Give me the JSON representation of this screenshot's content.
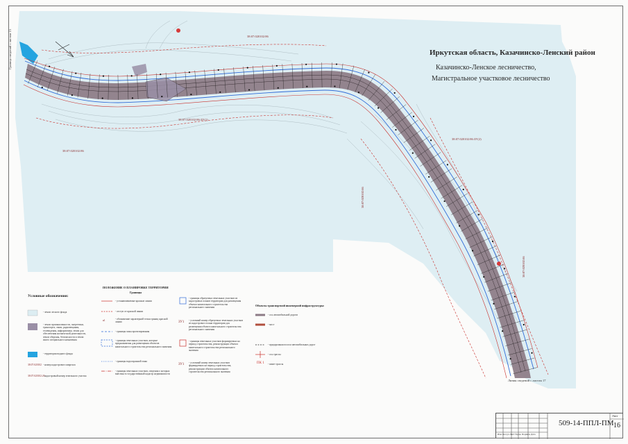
{
  "title": {
    "region": "Иркутская область, Казачинско-Ленский район",
    "forestry": "Казачинско-Ленское лесничество,",
    "district": "Магистральное участковое лесничество"
  },
  "cadastral_labels": {
    "top": "38:07:020102:86",
    "left_vertical": "Граница сведений с листом 15",
    "middle": "38:07:020102:86:ЗУ(1)",
    "left": "38:07:020102:86",
    "right_upper": "38:07:020102:86:ЗУ(2)",
    "center": "38:07:020102:86",
    "right_lower": "38:07:020102:86",
    "bottom_right": "Линия сведений с листом 17"
  },
  "legend_left": {
    "heading": "Условные обозначения:",
    "items": [
      {
        "label": "- земли лесного фонда"
      },
      {
        "label": "- земли промышленности, энергетики, транспорта, связи, радиовещания, телевидения, информатики, земли для обеспечения космической деятельности, земли обороны, безопасности и земли иного специального назначения"
      },
      {
        "label": "- территория водного фонда"
      },
      {
        "label": "- номер кадастрового квартала",
        "code": "38:07:020102"
      },
      {
        "label": "- кадастровый номер земельного участка",
        "code": "38:07:020102:23"
      }
    ]
  },
  "legend_mid": {
    "heading": "ПОЛОЖЕНИЕ О ПЛАНИРОВКЕ ТЕРРИТОРИИ",
    "subheading": "Границы",
    "items": [
      {
        "label": "- устанавливаемые красные линии"
      },
      {
        "label": "- отступ от красной линии"
      },
      {
        "label": "- обозначение характерной точки границ красной линии",
        "code": "н1"
      },
      {
        "label": "- границы зоны проектирования"
      },
      {
        "label": "- границы земельных участков, которые предназначены для размещения объектов капитального строительства регионального значения"
      },
      {
        "label": "- границы водоохранной зоны"
      },
      {
        "label": "- границы земельных участков, сведения о которых внесены в государственный кадастр недвижимости"
      }
    ]
  },
  "legend_mid2": {
    "items": [
      {
        "label": "- границы образуемых земельных участков из кадастровых планов территории для размещения объекта капитального строительства регионального значения"
      },
      {
        "label": "- условный номер образуемых земельных участков из кадастрового плана территории для размещения объекта капитального строительства регионального значения",
        "code": "ЗУ1"
      },
      {
        "label": "- границы земельных участков формируемых на период строительства, реконструкции объекта капитального строительства регионального значения"
      },
      {
        "label": "- условный номер земельных участков формируемых на период строительства, реконструкции объекта капитального строительства регионального значения",
        "code": "ЗУ1"
      }
    ]
  },
  "legend_right": {
    "heading": "Объекты транспортной инженерной инфраструктуры:",
    "items": [
      {
        "label": "- ось автомобильной дороги"
      },
      {
        "label": "- мост"
      },
      {
        "label": "- придорожная полоса автомобильных дорог"
      },
      {
        "label": "- ось трассы"
      },
      {
        "label": "- пикет трассы",
        "code": "ПК 1"
      }
    ]
  },
  "stamp": {
    "code": "509-14-ППЛ-ПМ",
    "sheet_label": "Лист",
    "sheet_number": "16",
    "columns": "Изм. Кол.уч Лист №док. Подпись Дата"
  },
  "colors": {
    "forest_fund": "#dbecf1",
    "road_fill": "#8c7b86",
    "red_line": "#c9302c",
    "blue_line": "#2f6bd8",
    "water": "#24a4e0"
  }
}
